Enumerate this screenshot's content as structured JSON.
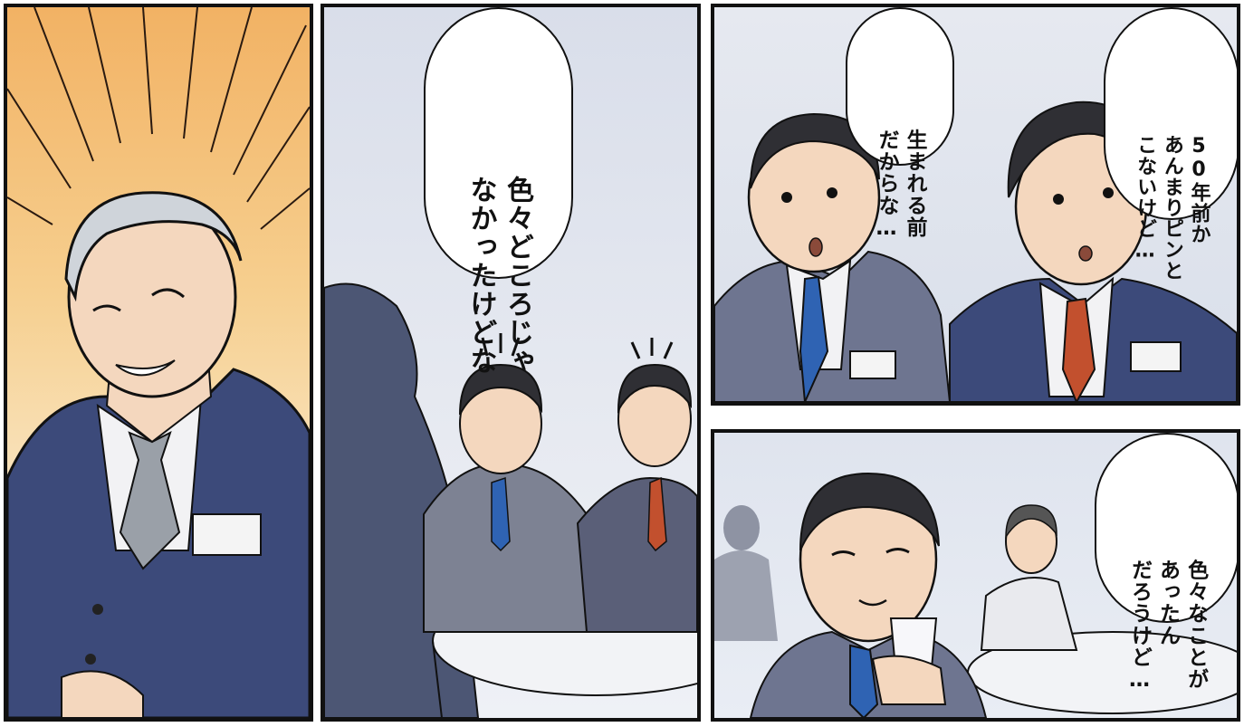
{
  "panels": [
    {
      "id": "panel-1",
      "scene": "smiling-senior-man-with-radiating-lines"
    },
    {
      "id": "panel-2",
      "bubble": {
        "lines": [
          "色々どころじゃ",
          "なかったけどな"
        ]
      }
    },
    {
      "id": "panel-3",
      "bubbles": [
        {
          "lines": [
            "生まれる前",
            "だからな…"
          ]
        },
        {
          "lines": [
            "50年前か",
            "あんまりピンと",
            "こないけど…"
          ]
        }
      ]
    },
    {
      "id": "panel-4",
      "bubble": {
        "lines": [
          "色々なことが",
          "あったん",
          "だろうけど…"
        ]
      }
    }
  ],
  "colors": {
    "suit": "#3c4a7a",
    "skin": "#f4d7be",
    "tie_blue": "#2f63b3",
    "tie_red": "#c2502e",
    "tie_gray": "#9aa0a8"
  }
}
